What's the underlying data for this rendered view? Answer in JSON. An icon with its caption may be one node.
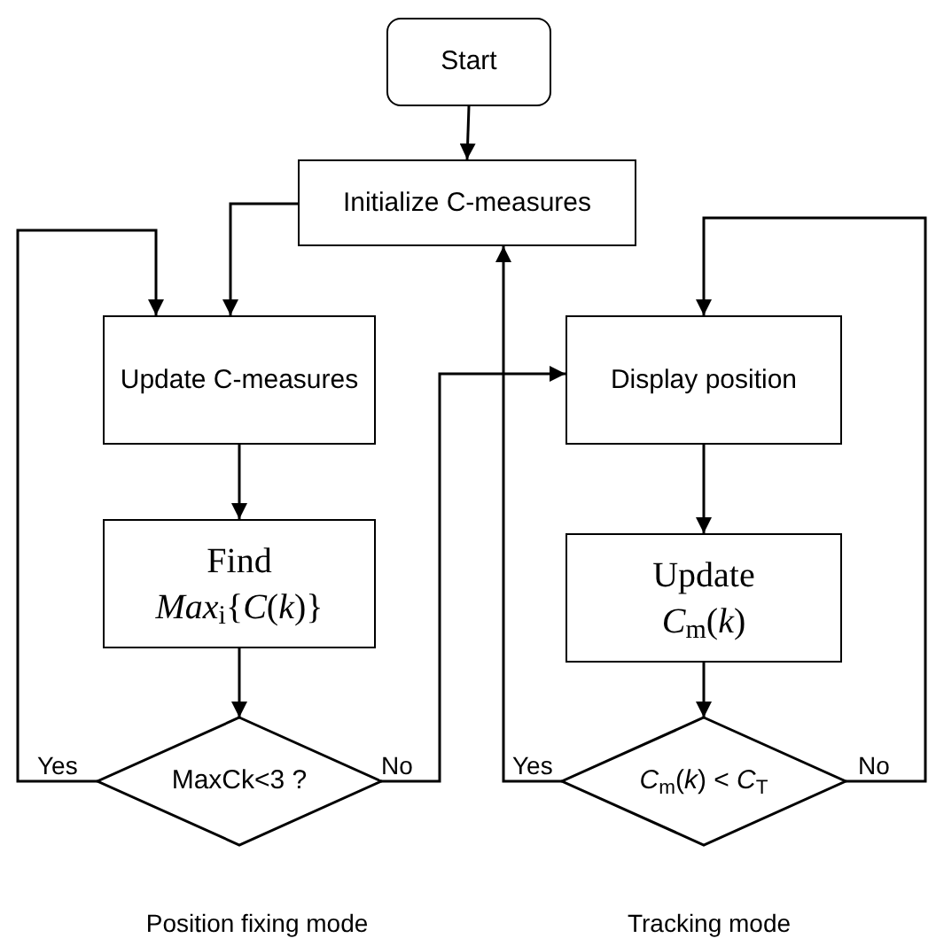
{
  "diagram": {
    "nodes": [
      {
        "text": [
          "Start"
        ]
      },
      {
        "text": [
          "Initialize C-measures"
        ]
      },
      {
        "text": [
          "Update C-measures"
        ]
      },
      {
        "text": [
          "Find",
          "*Max*$_{i}${*C*(*k*)}"
        ]
      },
      {
        "text": [
          "MaxCk<3 ?"
        ]
      },
      {
        "text": [
          "Display position"
        ]
      },
      {
        "text": [
          "Update",
          "*C*$_{m}$(*k*)"
        ]
      },
      {
        "text": [
          "*C*$_{m}$(*k*) < *C*$_{T}$"
        ]
      }
    ],
    "edges": [
      {
        "from": 0,
        "to": 1,
        "arrow": "to"
      },
      {
        "from": 1,
        "to": 2,
        "arrow": "to"
      },
      {
        "from": 2,
        "to": 3,
        "arrow": "to"
      },
      {
        "from": 3,
        "to": 4,
        "arrow": "to"
      },
      {
        "from": 4,
        "to": 2,
        "arrow": "to",
        "label": "Yes"
      },
      {
        "from": 4,
        "to": 5,
        "arrow": "to",
        "label": "No"
      },
      {
        "from": 5,
        "to": 6,
        "arrow": "to"
      },
      {
        "from": 6,
        "to": 7,
        "arrow": "to"
      },
      {
        "from": 7,
        "to": 1,
        "arrow": "to",
        "label": "Yes"
      },
      {
        "from": 7,
        "to": 5,
        "arrow": "to",
        "label": "No"
      }
    ],
    "labels": [
      "Position fixing mode",
      "Tracking mode"
    ]
  }
}
